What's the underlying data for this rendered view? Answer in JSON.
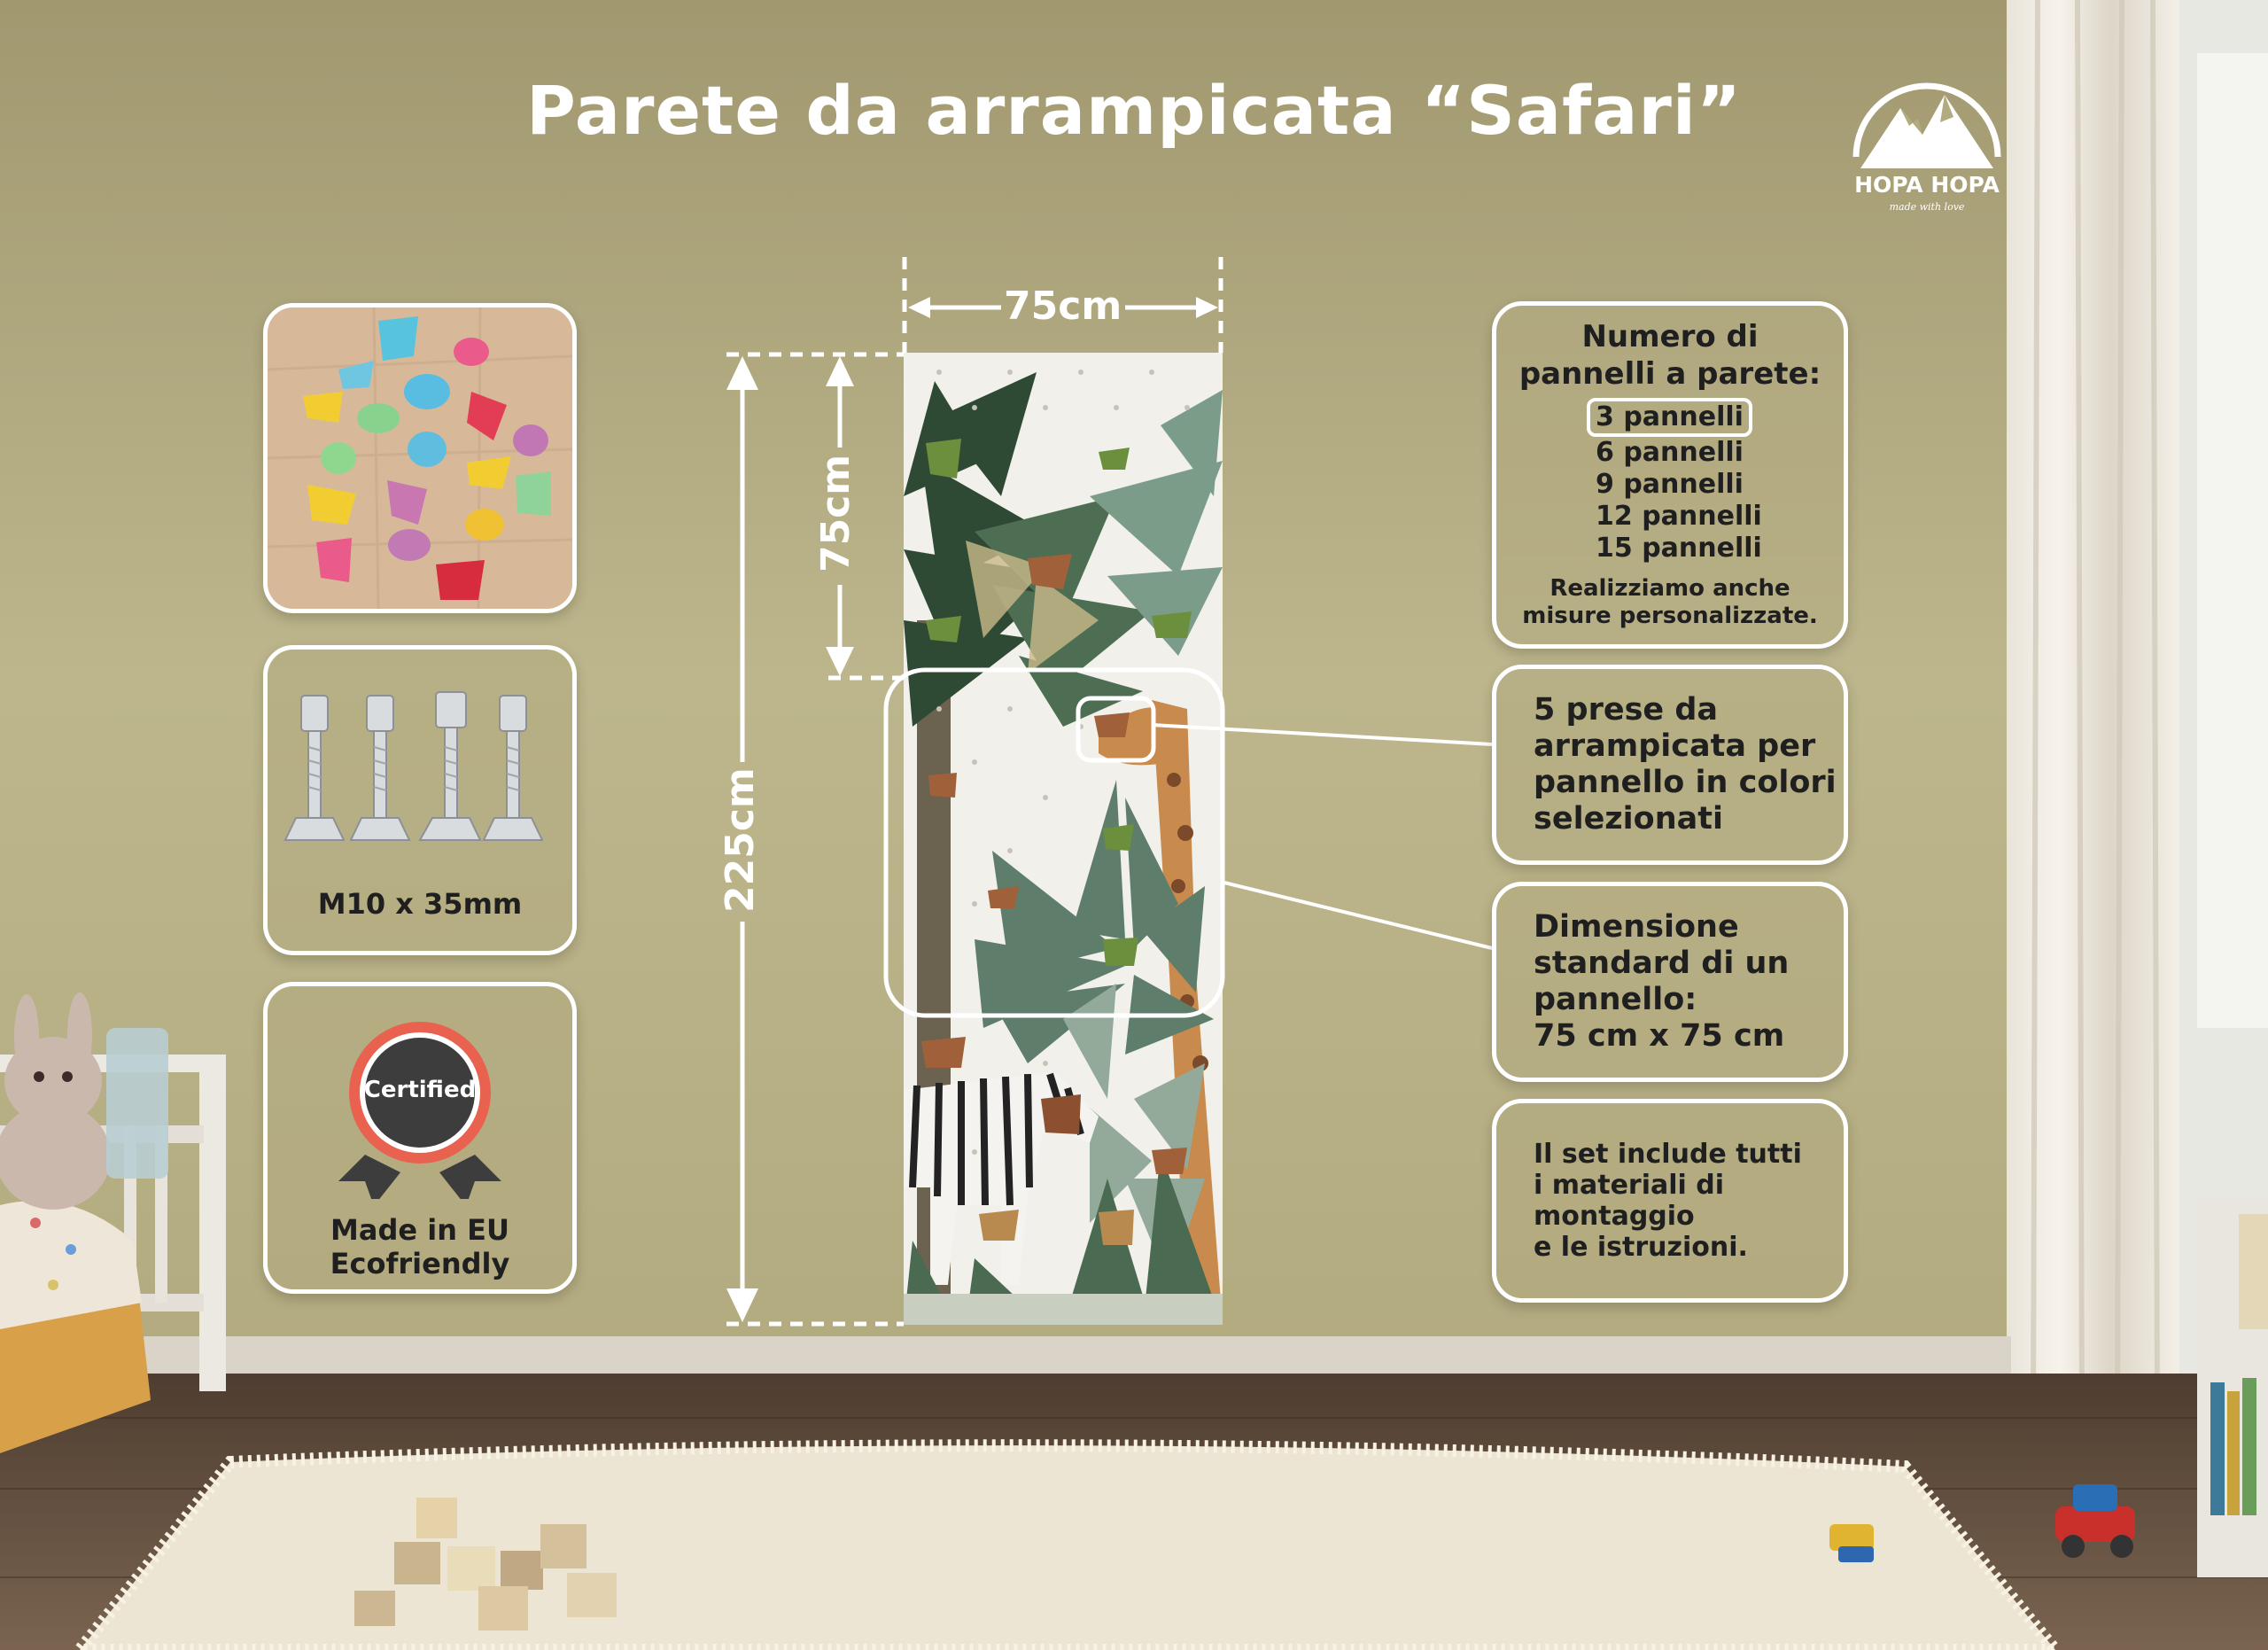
{
  "title": "Parete da arrampicata “Safari”",
  "logo": {
    "name": "HOPA HOPA",
    "tagline": "made with love"
  },
  "left_cards": {
    "bolts_label": "M10 x 35mm",
    "badge_text": "Certified",
    "certified_line1": "Made in EU",
    "certified_line2": "Ecofriendly"
  },
  "dimensions": {
    "width_label": "75cm",
    "panel_height_label": "75cm",
    "total_height_label": "225cm"
  },
  "panels_card": {
    "title_line1": "Numero di",
    "title_line2": "pannelli a parete:",
    "options": [
      "3 pannelli",
      "6 pannelli",
      "9 pannelli",
      "12 pannelli",
      "15 pannelli"
    ],
    "selected": "3 pannelli",
    "note_line1": "Realizziamo anche",
    "note_line2": "misure personalizzate."
  },
  "holds_card": {
    "lines": [
      "5 prese da",
      "arrampicata per",
      "pannello in colori",
      "selezionati"
    ]
  },
  "size_card": {
    "lines": [
      "Dimensione",
      "standard di un",
      "pannello:",
      "75 cm x 75 cm"
    ]
  },
  "set_card": {
    "lines": [
      "Il set include tutti",
      "i materiali di",
      "montaggio",
      "e le istruzioni."
    ]
  },
  "colors": {
    "wall": "#b5ad84",
    "accent_white": "#ffffff",
    "badge_red": "#e9614f",
    "badge_dark": "#3d3d3d",
    "floor": "#5e4a3a"
  }
}
